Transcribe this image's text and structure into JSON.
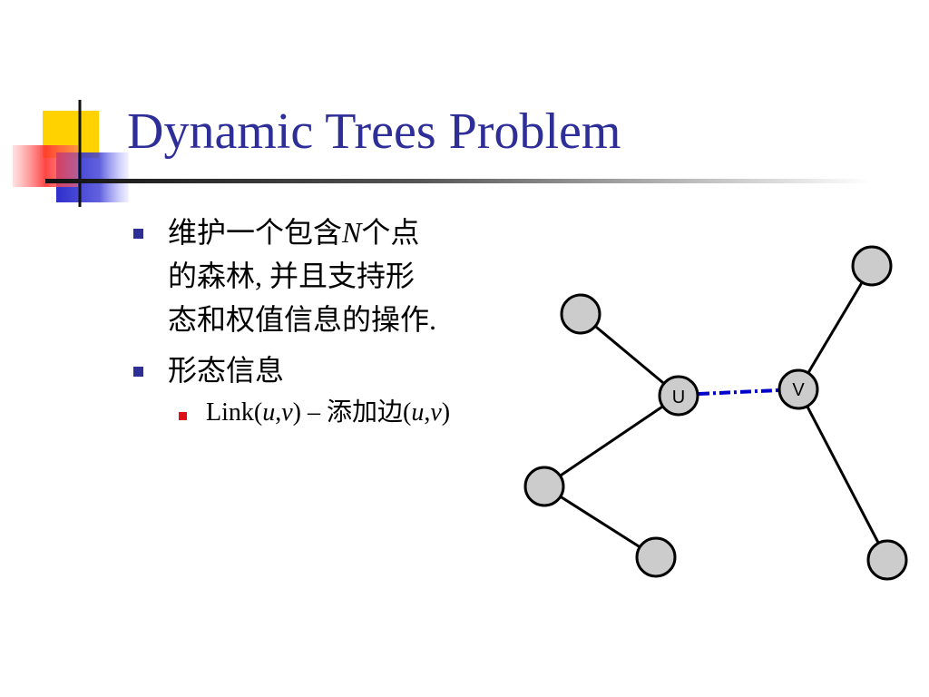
{
  "slide": {
    "title": "Dynamic Trees Problem",
    "bullets": [
      {
        "line1_pre": "维护一个包含",
        "line1_var": "N",
        "line1_post": "个点",
        "line2": "的森林, 并且支持形",
        "line3": "态和权值信息的操作."
      },
      {
        "text": "形态信息"
      }
    ],
    "sub_bullet": {
      "pre": "Link(",
      "u": "u",
      "comma": ",",
      "v": "v",
      "post": ") – 添加边(",
      "u2": "u",
      "comma2": ",",
      "v2": "v",
      "close": ")"
    }
  },
  "graph": {
    "node_u_label": "U",
    "node_v_label": "V",
    "link_edge_color": "#0000cc",
    "node_fill": "#cccccc"
  }
}
